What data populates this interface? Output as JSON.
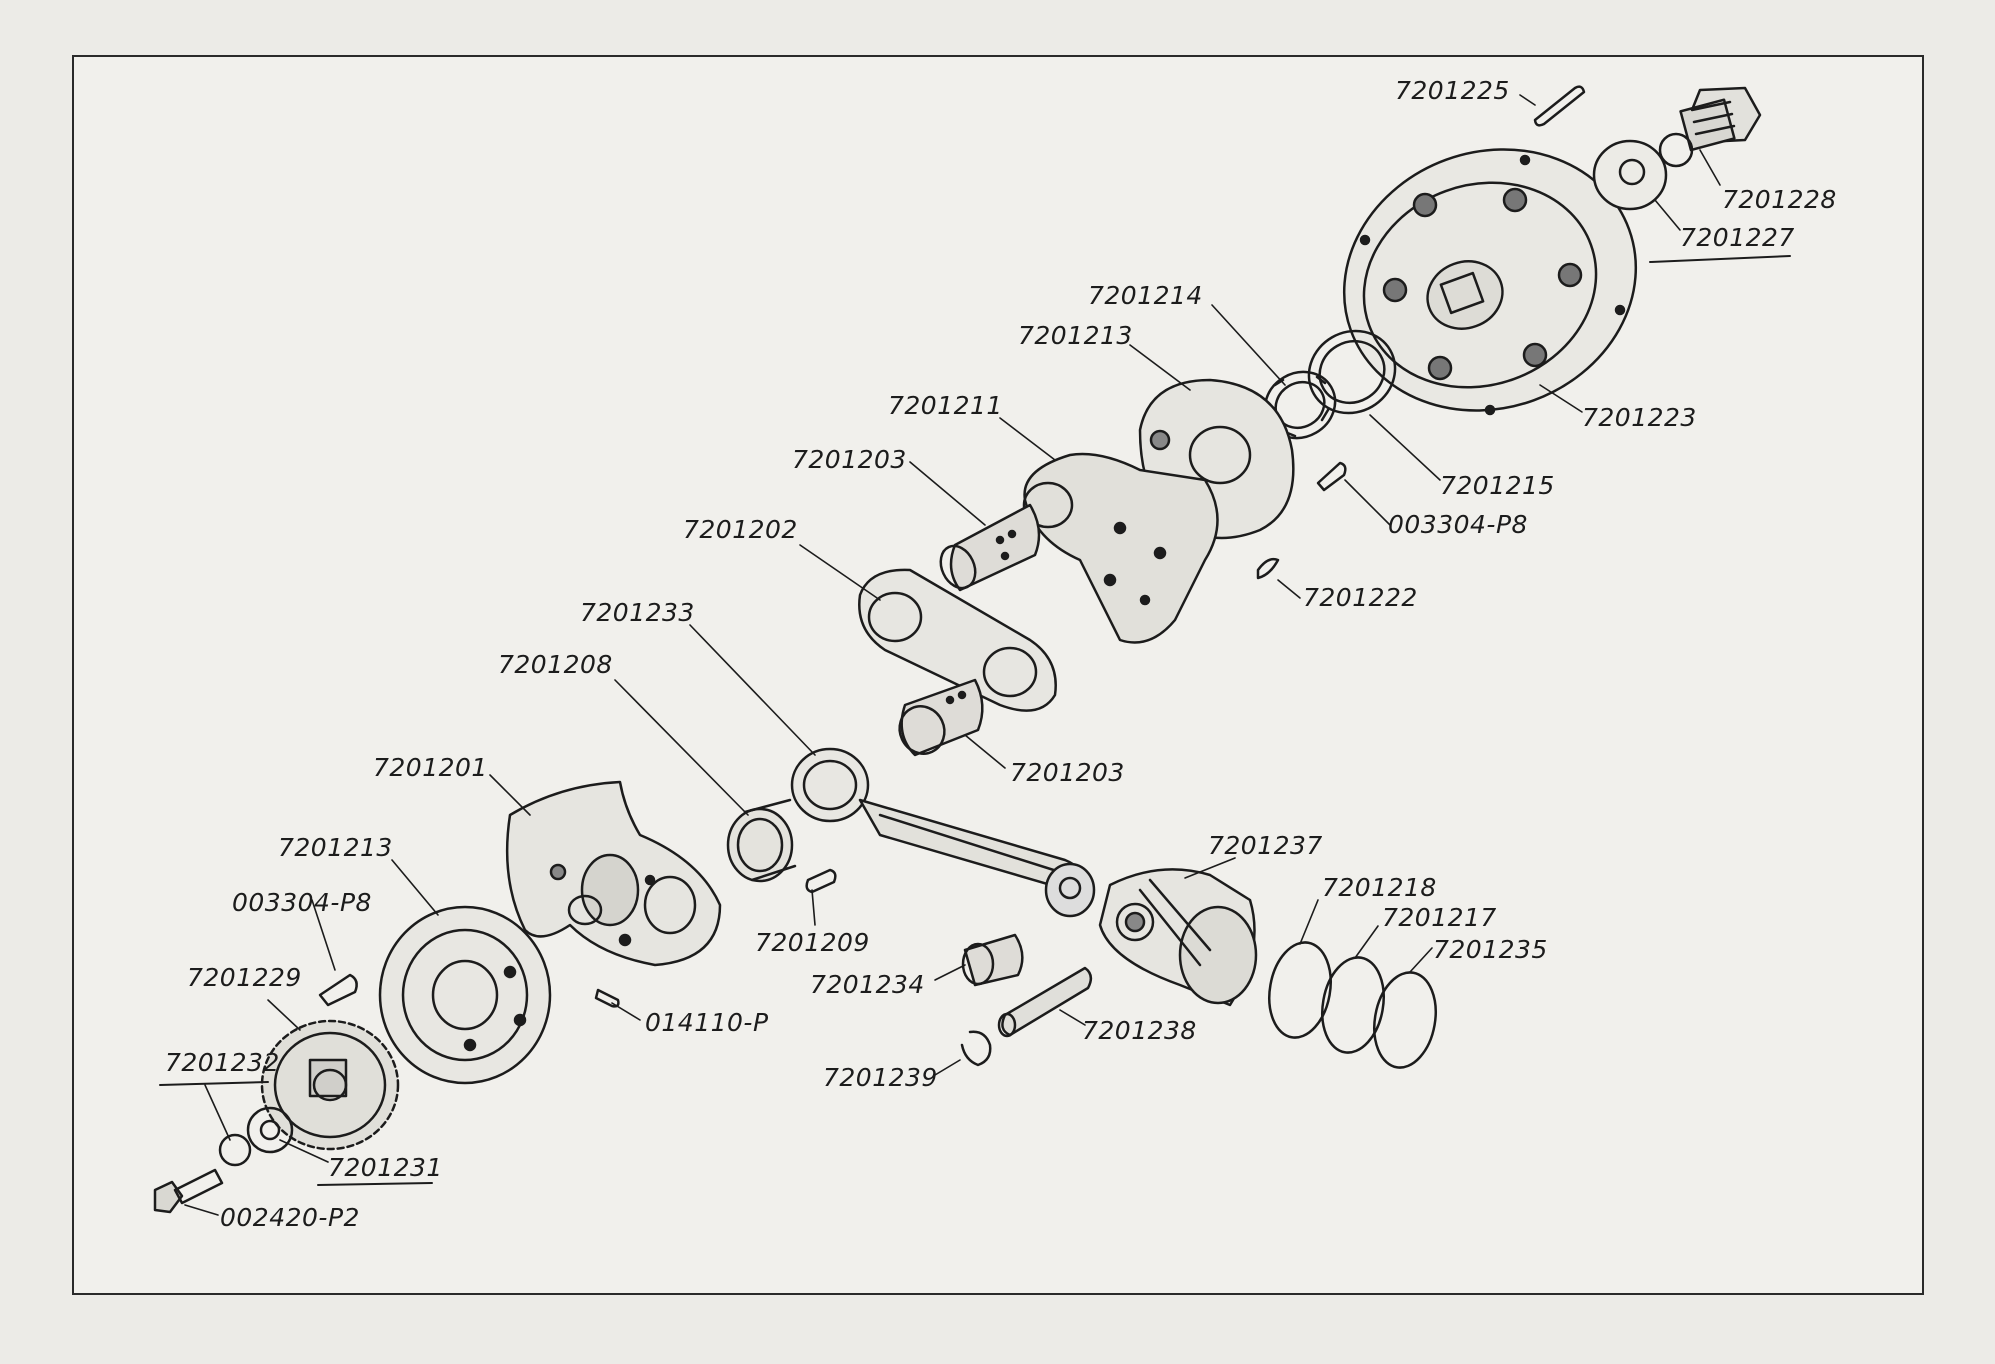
{
  "labels": {
    "p7201225": "7201225",
    "p7201228": "7201228",
    "p7201227": "7201227",
    "p7201214": "7201214",
    "p7201213_top": "7201213",
    "p7201211": "7201211",
    "p7201223": "7201223",
    "p7201203_top": "7201203",
    "p7201215": "7201215",
    "p003304_top": "003304-P8",
    "p7201202": "7201202",
    "p7201222": "7201222",
    "p7201233": "7201233",
    "p7201208": "7201208",
    "p7201203_mid": "7201203",
    "p7201201": "7201201",
    "p7201237": "7201237",
    "p7201213_left": "7201213",
    "p7201218": "7201218",
    "p7201217": "7201217",
    "p003304_left": "003304-P8",
    "p7201209": "7201209",
    "p7201235": "7201235",
    "p7201229": "7201229",
    "p7201234": "7201234",
    "p014110": "014110-P",
    "p7201238": "7201238",
    "p7201232": "7201232",
    "p7201239": "7201239",
    "p7201231": "7201231",
    "p002420": "002420-P2"
  },
  "colors": {
    "ink": "#1c1c1c",
    "paper": "#f1f0ec",
    "frame": "#2a2a2a"
  }
}
